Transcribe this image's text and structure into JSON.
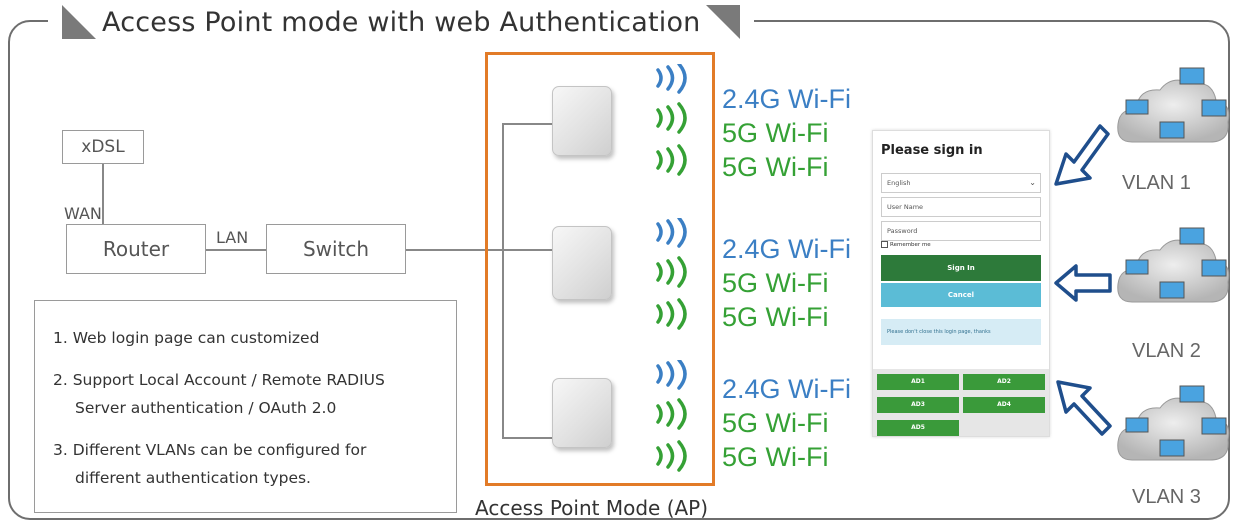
{
  "title": "Access Point mode with web Authentication",
  "network": {
    "xdsl": "xDSL",
    "wan": "WAN",
    "router": "Router",
    "lan": "LAN",
    "switch": "Switch"
  },
  "ap_caption": "Access Point Mode (AP)",
  "ap_groups": [
    {
      "band_24": "2.4G Wi-Fi",
      "band_5a": "5G Wi-Fi",
      "band_5b": "5G Wi-Fi"
    },
    {
      "band_24": "2.4G Wi-Fi",
      "band_5a": "5G Wi-Fi",
      "band_5b": "5G Wi-Fi"
    },
    {
      "band_24": "2.4G Wi-Fi",
      "band_5a": "5G Wi-Fi",
      "band_5b": "5G Wi-Fi"
    }
  ],
  "notes": [
    "1.  Web login page can customized",
    "2.  Support Local Account / Remote RADIUS",
    "Server authentication / OAuth 2.0",
    "3.  Different VLANs can be configured for",
    "different authentication types."
  ],
  "login": {
    "title": "Please sign in",
    "language": "English",
    "username_placeholder": "User Name",
    "password_placeholder": "Password",
    "remember": "Remember me",
    "signin": "Sign In",
    "cancel": "Cancel",
    "notice": "Please don't close this login page, thanks",
    "ad_buttons": [
      "AD1",
      "AD2",
      "AD3",
      "AD4",
      "AD5"
    ]
  },
  "vlans": [
    "VLAN 1",
    "VLAN 2",
    "VLAN 3"
  ],
  "colors": {
    "wifi_24": "#3b7fc4",
    "wifi_5": "#35a135",
    "ap_frame": "#e27b27",
    "signin": "#2d7a3a",
    "cancel": "#5bbcd6",
    "notice_bg": "#d6ecf5",
    "cloud": "#c9c9c9",
    "arrow": "#1f4e8c"
  }
}
